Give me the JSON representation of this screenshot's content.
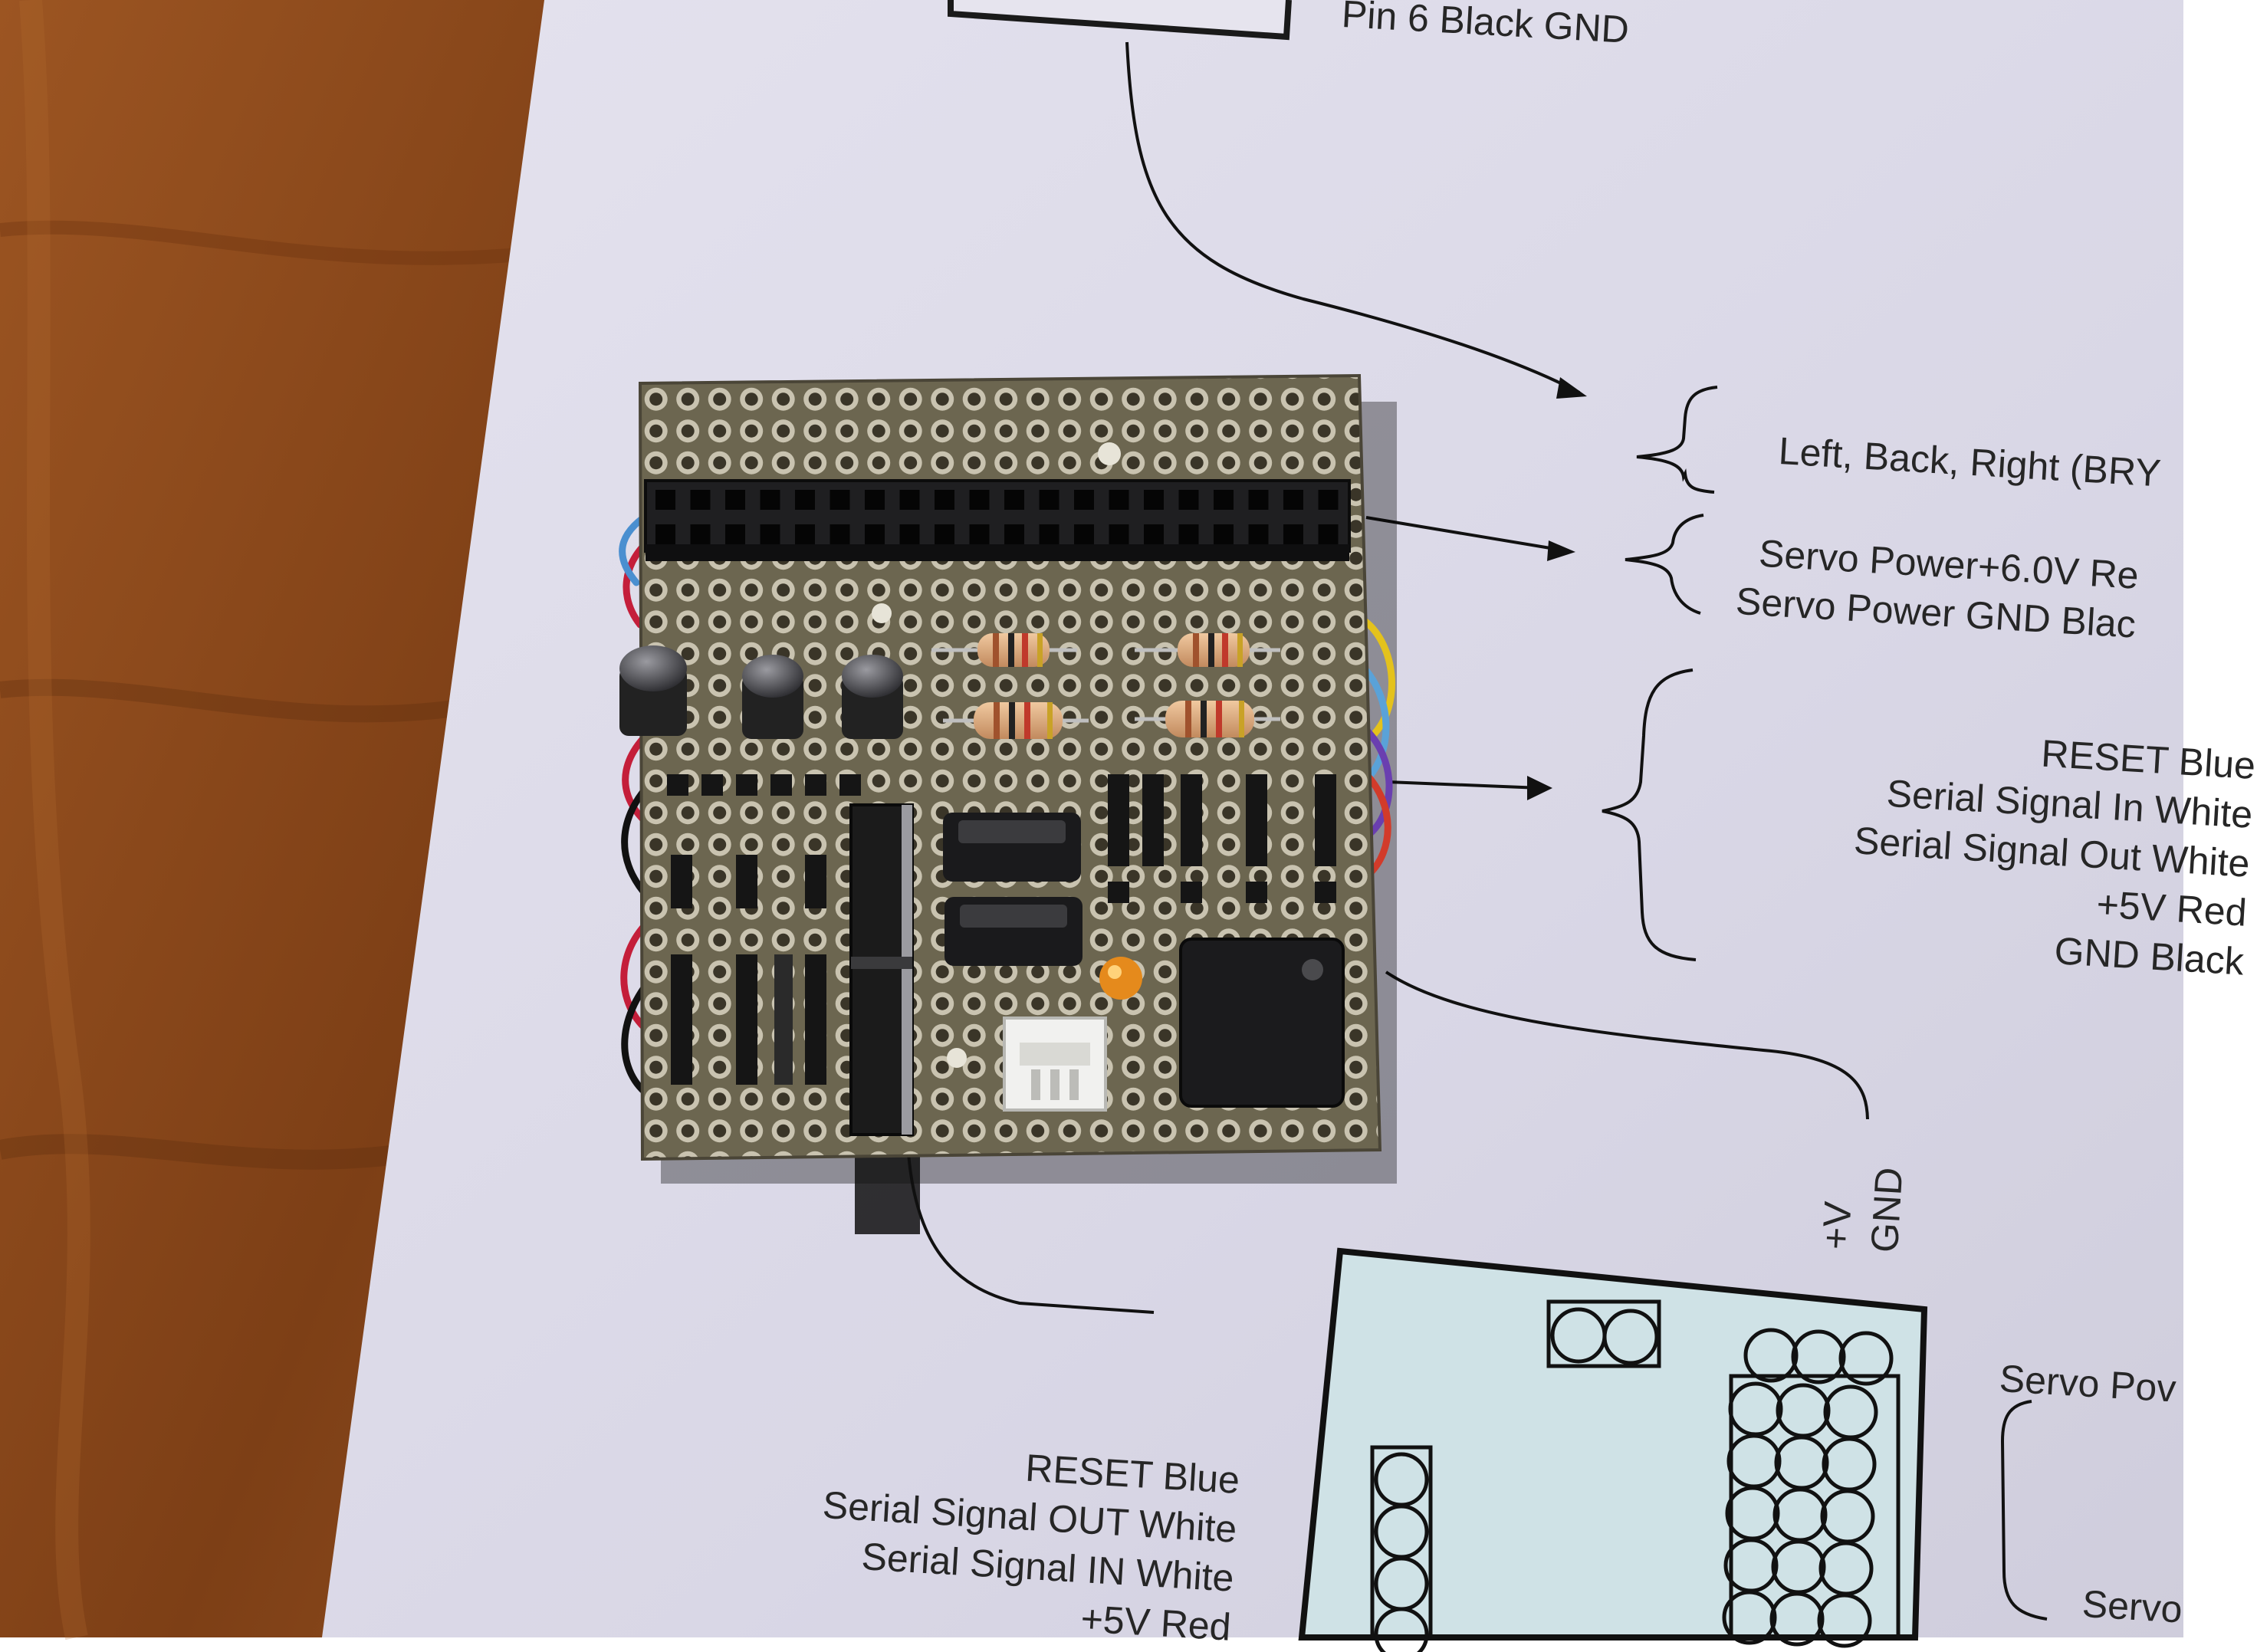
{
  "photo": {
    "palette": {
      "table_wood": "#8a4a1c",
      "table_wood_dark": "#5e2c0e",
      "paper": "#dedcea",
      "board": "#6f6a55",
      "header": "#1d1d1f",
      "ink": "#262626"
    },
    "printed_labels": {
      "top_fragment": "Pin 6 Black GND",
      "group_sensors": "Left, Back, Right (BRY",
      "group_servo": [
        "Servo Power+6.0V Re",
        "Servo Power GND Blac"
      ],
      "group_serial_right": [
        "RESET Blue",
        "Serial Signal In White",
        "Serial Signal Out White",
        "+5V Red",
        "GND Black"
      ],
      "power_vertical": [
        "+V",
        "GND"
      ],
      "group_serial_bottom": [
        "RESET Blue",
        "Serial Signal OUT White",
        "Serial Signal IN White",
        "+5V Red"
      ],
      "bottom_right_fragments": [
        "Servo Pov",
        "Servo"
      ]
    }
  }
}
